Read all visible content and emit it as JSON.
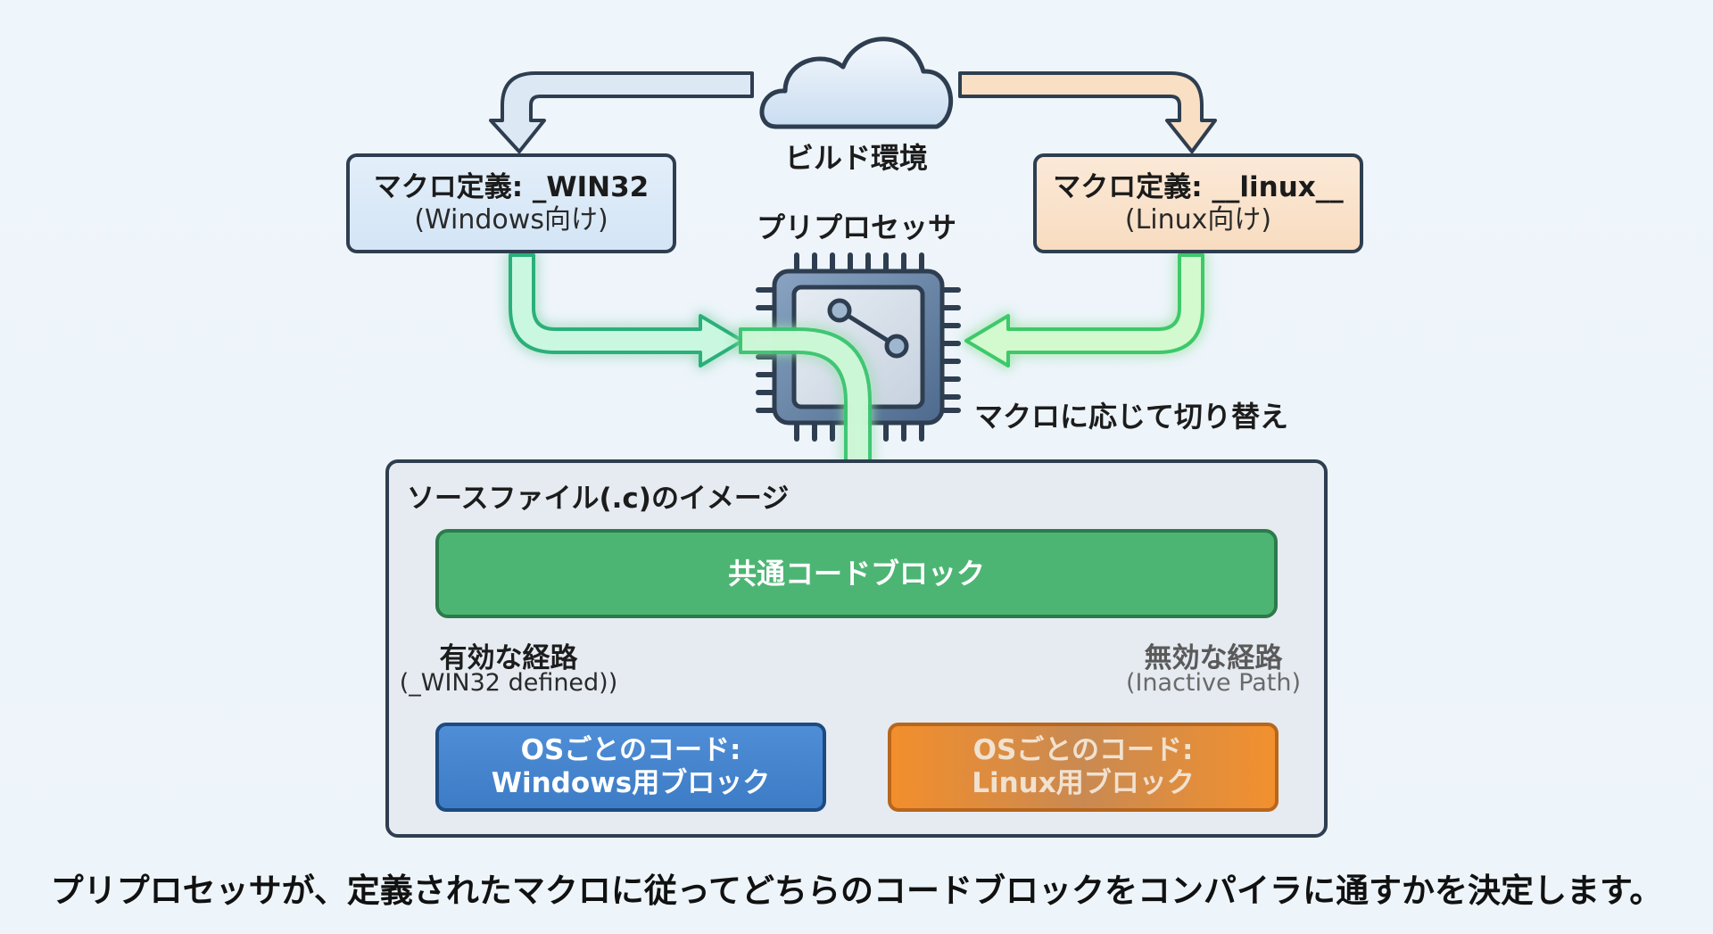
{
  "diagram": {
    "build_env_label": "ビルド環境",
    "preprocessor_label": "プリプロセッサ",
    "switch_label": "マクロに応じて切り替え",
    "macro_windows": {
      "title": "マクロ定義: _WIN32",
      "subtitle": "(Windows向け)",
      "color": "#d9e8f7"
    },
    "macro_linux": {
      "title": "マクロ定義: __linux__",
      "subtitle": "(Linux向け)",
      "color": "#f9e1c9"
    },
    "source_file": {
      "title": "ソースファイル(.c)のイメージ",
      "common_block": "共通コードブロック",
      "active_path": {
        "label": "有効な経路",
        "sublabel": "(_WIN32 defined))"
      },
      "inactive_path": {
        "label": "無効な経路",
        "sublabel": "(Inactive Path)"
      },
      "windows_block": {
        "line1": "OSごとのコード:",
        "line2": "Windows用ブロック",
        "color": "#4586cf"
      },
      "linux_block": {
        "line1": "OSごとのコード:",
        "line2": "Linux用ブロック",
        "color": "#f08c2e"
      }
    },
    "colors": {
      "active_flow": "#3ecf7a",
      "windows_flow": "#2aa8e0",
      "inactive_flow": "#b5b5b5",
      "reject_mark": "#e85a63",
      "outline": "#2e3e50"
    },
    "caption": "プリプロセッサが、定義されたマクロに従ってどちらのコードブロックをコンパイラに通すかを決定します。"
  }
}
